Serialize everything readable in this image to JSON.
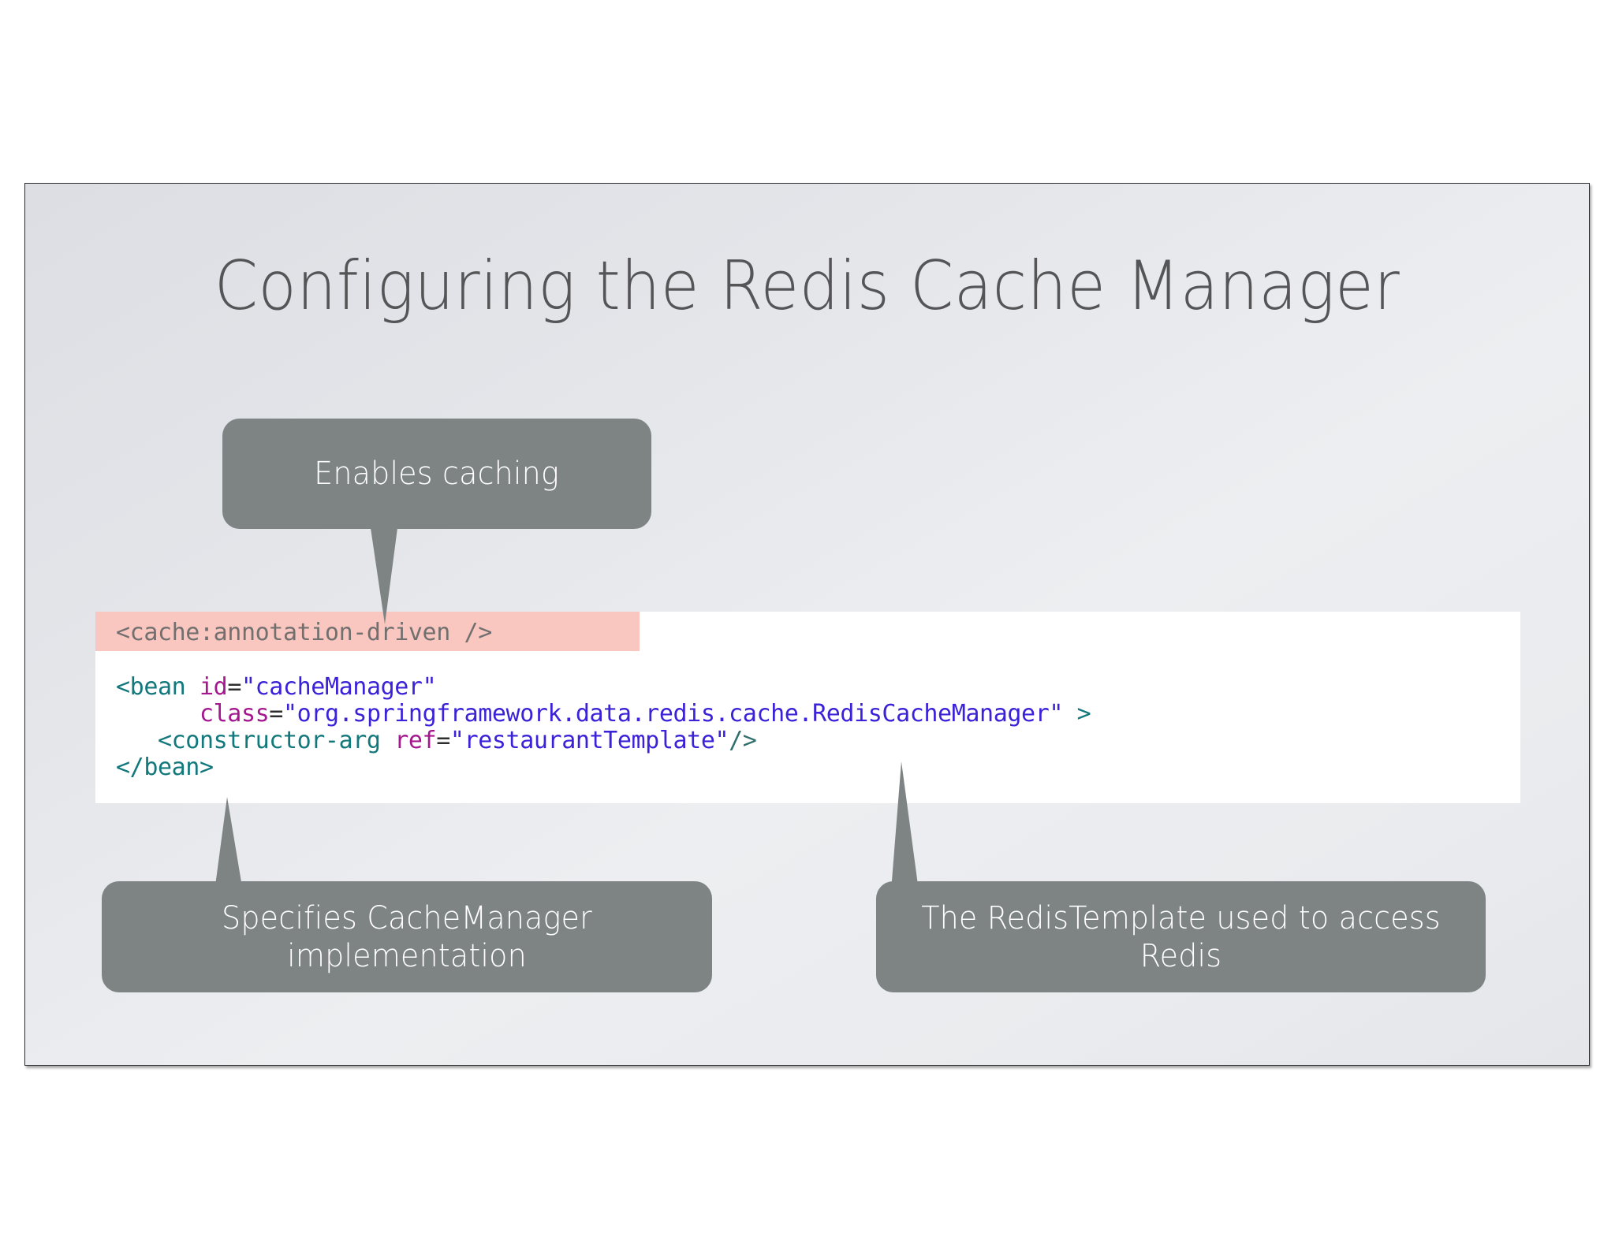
{
  "slide": {
    "title": "Configuring the Redis Cache Manager",
    "background_start": "#dcdee4",
    "background_end": "#e4e6ea",
    "border_color": "#2b2b2e"
  },
  "code_block": {
    "background": "#ffffff",
    "highlight_color": "#fac6c0",
    "lines": [
      {
        "id": "line-0",
        "highlighted": true,
        "text": "<cache:annotation-driven />",
        "tokens": [
          {
            "text": "<cache:annotation-driven />",
            "type": "grey"
          }
        ]
      },
      {
        "id": "line-1",
        "highlighted": false,
        "text": "<bean id=\"cacheManager\"",
        "tokens": [
          {
            "text": "<bean ",
            "type": "tag"
          },
          {
            "text": "id",
            "type": "attr"
          },
          {
            "text": "=",
            "type": "eq"
          },
          {
            "text": "\"cacheManager\"",
            "type": "str"
          }
        ]
      },
      {
        "id": "line-2",
        "highlighted": false,
        "text": "      class=\"org.springframework.data.redis.cache.RedisCacheManager\" >",
        "tokens": [
          {
            "text": "      ",
            "type": "eq"
          },
          {
            "text": "class",
            "type": "attr"
          },
          {
            "text": "=",
            "type": "eq"
          },
          {
            "text": "\"org.springframework.data.redis.cache.RedisCacheManager\"",
            "type": "str"
          },
          {
            "text": " >",
            "type": "tag"
          }
        ]
      },
      {
        "id": "line-3",
        "highlighted": false,
        "text": "   <constructor-arg ref=\"restaurantTemplate\"/>",
        "tokens": [
          {
            "text": "   <constructor-arg ",
            "type": "tag"
          },
          {
            "text": "ref",
            "type": "attr"
          },
          {
            "text": "=",
            "type": "eq"
          },
          {
            "text": "\"restaurantTemplate\"",
            "type": "str"
          },
          {
            "text": "/>",
            "type": "slash"
          }
        ]
      },
      {
        "id": "line-4",
        "highlighted": false,
        "text": "</bean>",
        "tokens": [
          {
            "text": "</bean>",
            "type": "tag"
          }
        ]
      }
    ]
  },
  "callouts": [
    {
      "id": "enables-caching",
      "text": "Enables caching",
      "color": "#7e8384",
      "tail_direction": "down",
      "points_at": "cache:annotation-driven"
    },
    {
      "id": "specifies-cachemanager",
      "text": "Specifies CacheManager implementation",
      "color": "#7e8384",
      "tail_direction": "up",
      "points_at": "</bean>"
    },
    {
      "id": "redistemplate",
      "text": "The RedisTemplate used to access Redis",
      "color": "#7e8384",
      "tail_direction": "up",
      "points_at": "restaurantTemplate"
    }
  ]
}
